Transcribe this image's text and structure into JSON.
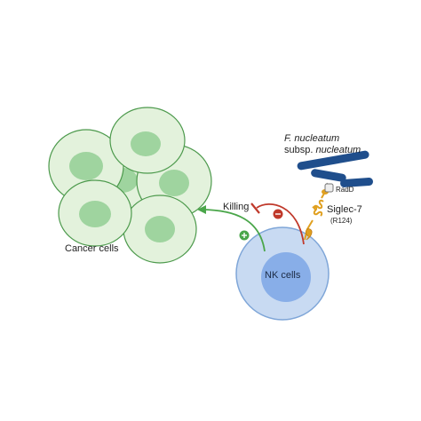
{
  "labels": {
    "cancer_cells": "Cancer cells",
    "killing": "Killing",
    "nk_cells": "NK cells",
    "bacterium_line1": "F. nucleatum",
    "bacterium_line2_prefix": "subsp. ",
    "bacterium_line2_species": "nucleatum",
    "radd": "RadD",
    "siglec": "Siglec-7",
    "siglec_variant": "(R124)"
  },
  "signs": {
    "activation": "+",
    "inhibition": "−"
  },
  "colors": {
    "cancer_fill": "#e3f2dc",
    "cancer_stroke": "#4d9a4d",
    "cancer_nucleus": "#9fd49f",
    "nk_fill": "#c8daf2",
    "nk_stroke": "#7fa6d8",
    "nk_nucleus": "#88aee8",
    "activation_arrow": "#4aa64a",
    "inhibition_arrow": "#c0392b",
    "bacterium": "#1f4e8c",
    "receptor": "#e0a020"
  }
}
